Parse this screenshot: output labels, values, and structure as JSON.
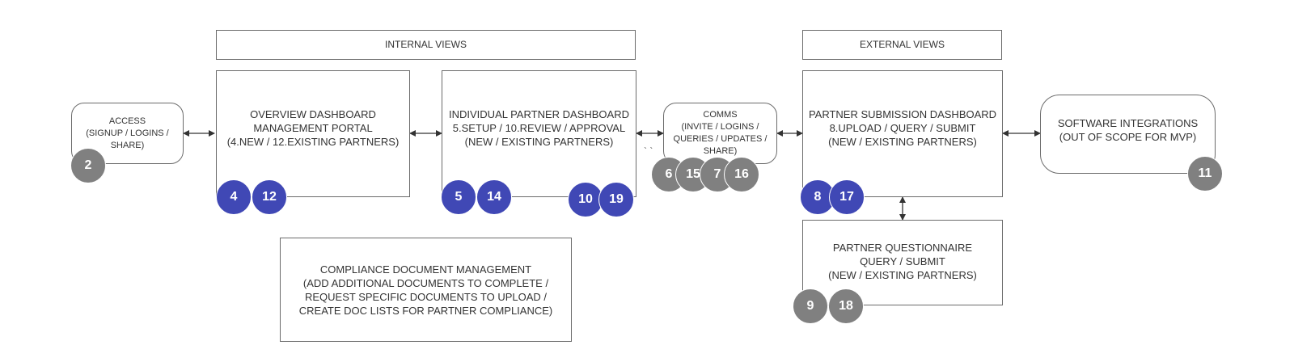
{
  "headers": {
    "internal": "INTERNAL VIEWS",
    "external": "EXTERNAL VIEWS"
  },
  "boxes": {
    "access": [
      "ACCESS",
      "(SIGNUP / LOGINS /",
      "SHARE)"
    ],
    "overview": [
      "OVERVIEW DASHBOARD",
      "MANAGEMENT PORTAL",
      "(4.NEW / 12.EXISTING PARTNERS)"
    ],
    "individual": [
      "INDIVIDUAL PARTNER DASHBOARD",
      "5.SETUP / 10.REVIEW / APPROVAL",
      "(NEW / EXISTING PARTNERS)"
    ],
    "comms": [
      "COMMS",
      "(INVITE / LOGINS /",
      "QUERIES / UPDATES /",
      "SHARE)"
    ],
    "submission": [
      "PARTNER SUBMISSION DASHBOARD",
      "8.UPLOAD / QUERY / SUBMIT",
      "(NEW / EXISTING PARTNERS)"
    ],
    "software": [
      "SOFTWARE INTEGRATIONS",
      "(OUT OF SCOPE FOR MVP)"
    ],
    "questionnaire": [
      "PARTNER QUESTIONNAIRE",
      "QUERY / SUBMIT",
      "(NEW / EXISTING PARTNERS)"
    ],
    "compliance": [
      "COMPLIANCE DOCUMENT MANAGEMENT",
      "(ADD ADDITIONAL DOCUMENTS TO COMPLETE /",
      "REQUEST SPECIFIC DOCUMENTS TO UPLOAD /",
      "CREATE DOC LISTS FOR PARTNER COMPLIANCE)"
    ]
  },
  "badges": {
    "access": [
      "2"
    ],
    "overview": [
      "4",
      "12"
    ],
    "individual_left": [
      "5",
      "14"
    ],
    "individual_right": [
      "10",
      "19"
    ],
    "comms": [
      "6",
      "15",
      "7",
      "16"
    ],
    "submission": [
      "8",
      "17"
    ],
    "software": [
      "11"
    ],
    "questionnaire": [
      "9",
      "18"
    ]
  },
  "ticks": "` `",
  "colors": {
    "badge_blue": "#4048b5",
    "badge_gray": "#808080",
    "border": "#6b6b6b",
    "text": "#333333"
  }
}
